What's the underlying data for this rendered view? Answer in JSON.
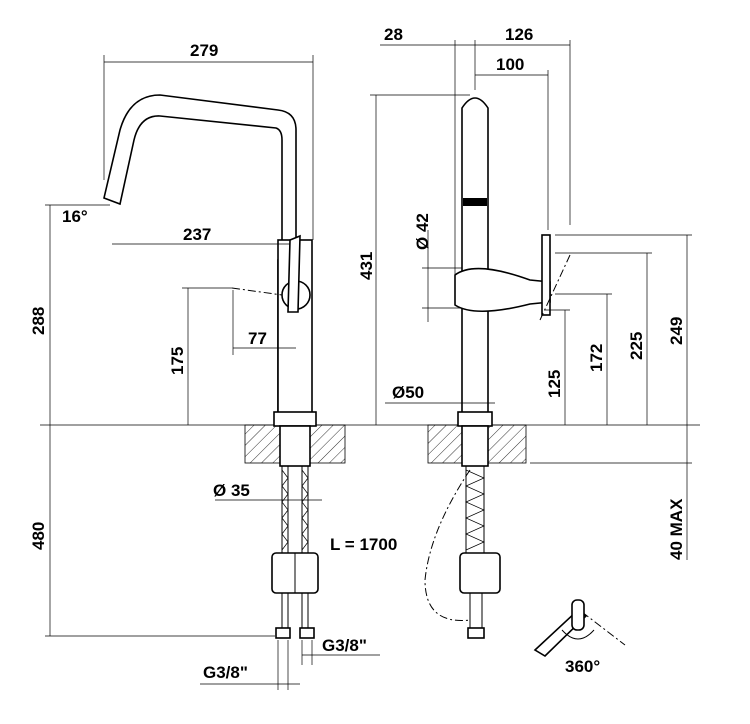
{
  "title": "Kitchen mixer technical drawing",
  "front_view": {
    "overall_width": "279",
    "spout_angle": "16°",
    "spout_reach": "237",
    "spout_height": "288",
    "handle_height": "175",
    "handle_offset": "77",
    "hose_diameter": "Ø 35",
    "under_counter_length": "480",
    "connection_left": "G3/8\"",
    "connection_right": "G3/8\""
  },
  "side_view": {
    "rear_offset": "28",
    "total_depth": "126",
    "handle_depth": "100",
    "total_height": "431",
    "body_diameter": "Ø 42",
    "base_diameter": "Ø50",
    "lever_height_low": "125",
    "lever_height_mid": "172",
    "lever_height_225": "225",
    "lever_height_max": "249",
    "counter_thickness": "40 MAX",
    "hose_length": "L = 1700"
  },
  "rotation": {
    "label": "360°"
  }
}
